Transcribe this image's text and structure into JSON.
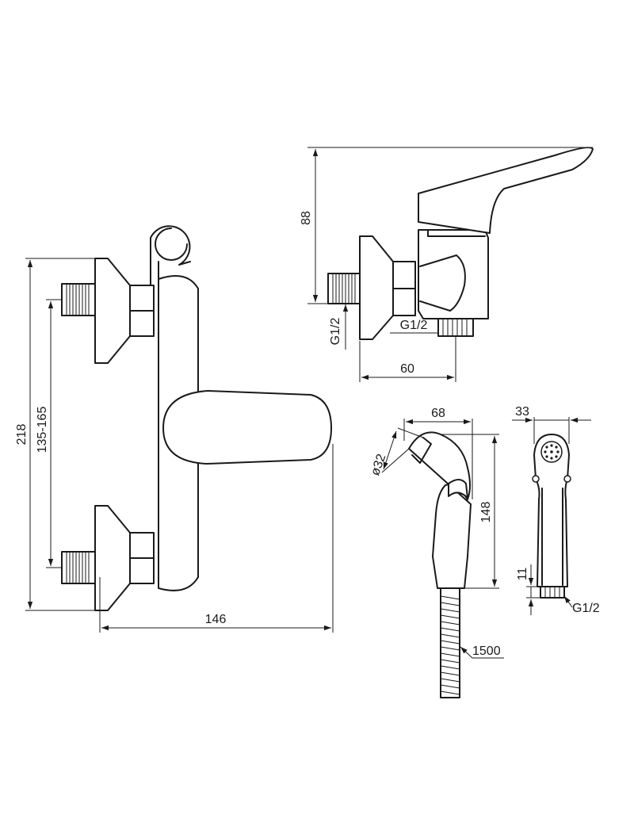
{
  "dimensions": {
    "overall_height": "218",
    "inlet_spacing": "135-165",
    "overall_width": "146",
    "handle_height": "88",
    "inlet_thread_side": "G1/2",
    "outlet_thread": "G1/2",
    "side_depth": "60",
    "spray_length": "68",
    "spray_diameter": "ø32",
    "spray_height": "148",
    "spray_width": "33",
    "spray_thread_length": "11",
    "spray_thread": "G1/2",
    "hose_length": "1500"
  },
  "colors": {
    "line": "#1a1a1a",
    "background": "#ffffff"
  }
}
